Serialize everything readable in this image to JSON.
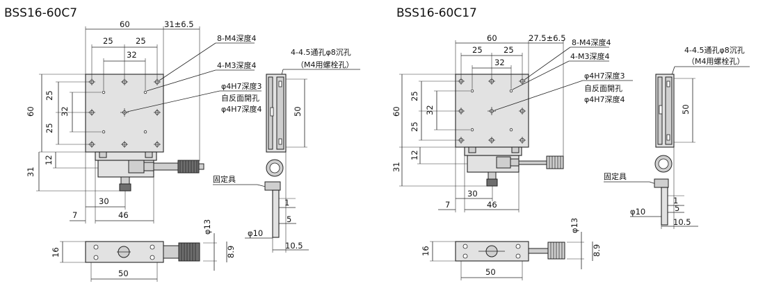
{
  "models": [
    {
      "title": "BSS16-60C7",
      "dims": {
        "top_width": "60",
        "offset": "31±6.5",
        "pitch_a": "25",
        "pitch_b": "25",
        "pitch_c": "32",
        "left_25a": "25",
        "left_32": "32",
        "left_25b": "25",
        "height_60": "60",
        "d12": "12",
        "d31": "31",
        "d30": "30",
        "d7": "7",
        "d46": "46",
        "side_50": "50",
        "d1": "1",
        "d5": "5",
        "d10": "10.5",
        "phi10": "φ10",
        "phi13": "φ13",
        "d8_9": "8.9",
        "d16": "16",
        "bottom_50": "50"
      },
      "notes": {
        "m4": "8-M4深度4",
        "m3": "4-M3深度4",
        "h7_1": "φ4H7深度3",
        "h7_2": "自反面開孔",
        "h7_3": "φ4H7深度4",
        "bolt_1": "4-4.5通孔φ8沉孔",
        "bolt_2": "（M4用螺栓孔）",
        "fixture": "固定具"
      }
    },
    {
      "title": "BSS16-60C17",
      "dims": {
        "top_width": "60",
        "offset": "27.5±6.5",
        "pitch_a": "25",
        "pitch_b": "25",
        "pitch_c": "32",
        "left_25a": "25",
        "left_32": "32",
        "left_25b": "25",
        "height_60": "60",
        "d12": "12",
        "d31": "31",
        "d30": "30",
        "d7": "7",
        "d46": "46",
        "side_50": "50",
        "d1": "1",
        "d5": "5",
        "d10": "10.5",
        "phi10": "φ10",
        "phi13": "φ13",
        "d8_9": "8.9",
        "d16": "16",
        "bottom_50": "50"
      },
      "notes": {
        "m4": "8-M4深度4",
        "m3": "4-M3深度4",
        "h7_1": "φ4H7深度3",
        "h7_2": "自反面開孔",
        "h7_3": "φ4H7深度4",
        "bolt_1": "4-4.5通孔φ8沉孔",
        "bolt_2": "（M4用螺栓孔）",
        "fixture": "固定具"
      }
    }
  ]
}
